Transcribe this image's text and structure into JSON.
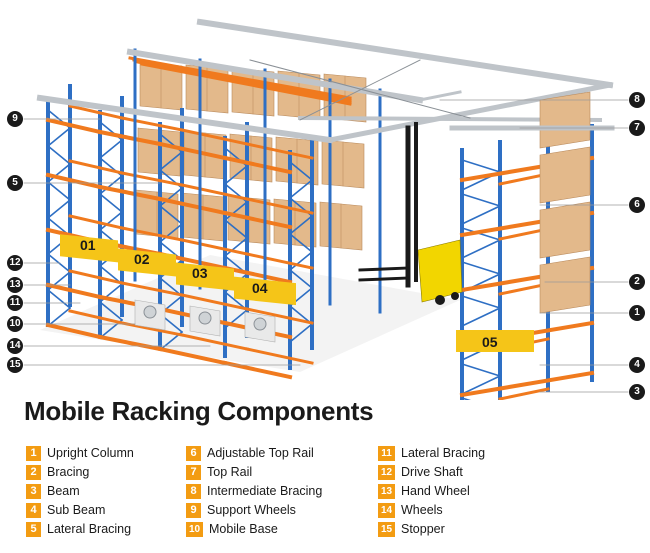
{
  "title": "Mobile Racking Components",
  "legend": [
    {
      "num": "1",
      "label": "Upright Column"
    },
    {
      "num": "2",
      "label": "Bracing"
    },
    {
      "num": "3",
      "label": "Beam"
    },
    {
      "num": "4",
      "label": "Sub Beam"
    },
    {
      "num": "5",
      "label": "Lateral Bracing"
    },
    {
      "num": "6",
      "label": "Adjustable Top Rail"
    },
    {
      "num": "7",
      "label": "Top Rail"
    },
    {
      "num": "8",
      "label": "Intermediate Bracing"
    },
    {
      "num": "9",
      "label": "Support Wheels"
    },
    {
      "num": "10",
      "label": "Mobile Base"
    },
    {
      "num": "11",
      "label": "Lateral Bracing"
    },
    {
      "num": "12",
      "label": "Drive Shaft"
    },
    {
      "num": "13",
      "label": "Hand Wheel"
    },
    {
      "num": "14",
      "label": "Wheels"
    },
    {
      "num": "15",
      "label": "Stopper"
    }
  ],
  "rack_labels": [
    "01",
    "02",
    "03",
    "04",
    "05"
  ],
  "left_callouts": [
    "9",
    "5",
    "12",
    "13",
    "11",
    "10",
    "14",
    "15"
  ],
  "right_callouts": [
    "8",
    "7",
    "6",
    "2",
    "1",
    "4",
    "3"
  ],
  "colors": {
    "upright": "#2e6fc4",
    "beam": "#f07a1e",
    "rail": "#bfc4c9",
    "label_band": "#f5c518",
    "badge": "#f39c12",
    "box": "#e3b98b",
    "forklift": "#f2d600"
  }
}
